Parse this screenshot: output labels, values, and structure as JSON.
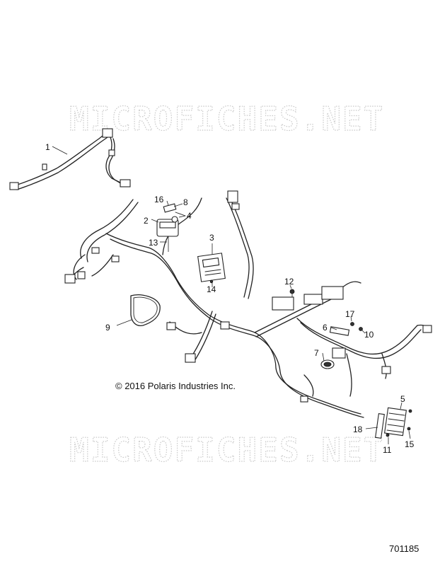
{
  "watermark": {
    "text": "MICROFICHES.NET"
  },
  "copyright": "© 2016 Polaris Industries Inc.",
  "reference_number": "701185",
  "callouts": [
    {
      "id": "1",
      "label": "1"
    },
    {
      "id": "2",
      "label": "2"
    },
    {
      "id": "3",
      "label": "3"
    },
    {
      "id": "4",
      "label": "4"
    },
    {
      "id": "5",
      "label": "5"
    },
    {
      "id": "6",
      "label": "6"
    },
    {
      "id": "7",
      "label": "7"
    },
    {
      "id": "8",
      "label": "8"
    },
    {
      "id": "9",
      "label": "9"
    },
    {
      "id": "10",
      "label": "10"
    },
    {
      "id": "11",
      "label": "11"
    },
    {
      "id": "12",
      "label": "12"
    },
    {
      "id": "13",
      "label": "13"
    },
    {
      "id": "14",
      "label": "14"
    },
    {
      "id": "15",
      "label": "15"
    },
    {
      "id": "16",
      "label": "16"
    },
    {
      "id": "17",
      "label": "17"
    },
    {
      "id": "18",
      "label": "18"
    }
  ]
}
